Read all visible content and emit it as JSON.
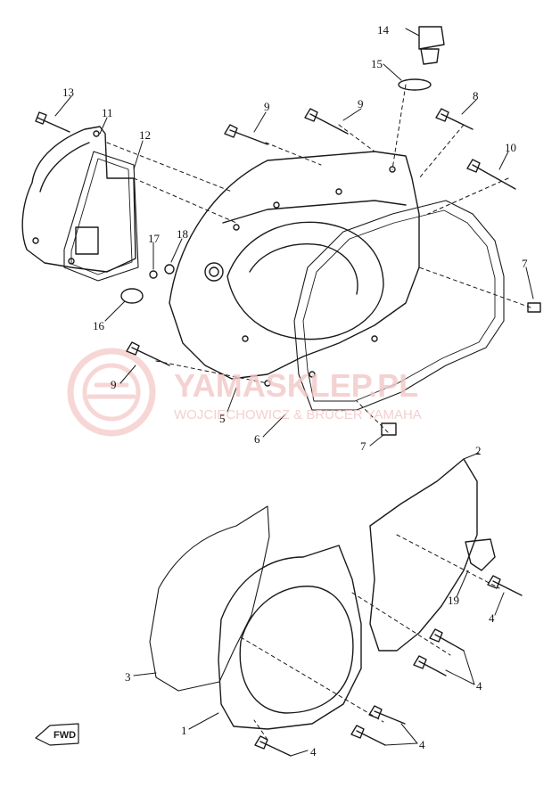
{
  "watermark": {
    "brand": "YAMASKLEP.PL",
    "tagline": "WOJCIECHOWICZ & BRUCER YAMAHA",
    "color": "#f2b6b6"
  },
  "fwd_label": "FWD",
  "line_color": "#1a1a1a",
  "callouts": {
    "c1": "1",
    "c2": "2",
    "c3": "3",
    "c4a": "4",
    "c4b": "4",
    "c4c": "4",
    "c4d": "4",
    "c5": "5",
    "c6": "6",
    "c7a": "7",
    "c7b": "7",
    "c8": "8",
    "c9a": "9",
    "c9b": "9",
    "c9c": "9",
    "c10": "10",
    "c11": "11",
    "c12": "12",
    "c13": "13",
    "c14": "14",
    "c15": "15",
    "c16": "16",
    "c17": "17",
    "c18": "18",
    "c19": "19"
  }
}
